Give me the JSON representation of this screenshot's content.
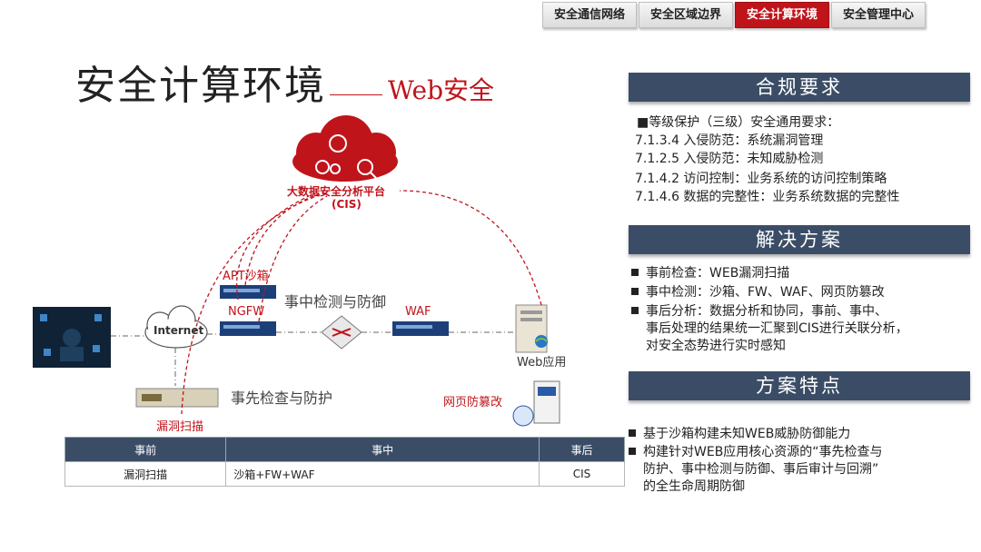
{
  "tabs": [
    {
      "label": "安全通信网络"
    },
    {
      "label": "安全区域边界"
    },
    {
      "label": "安全计算环境"
    },
    {
      "label": "安全管理中心"
    }
  ],
  "title": {
    "main": "安全计算环境",
    "sub": "Web安全"
  },
  "compliance": {
    "header": "合规要求",
    "intro": "■等级保护（三级）安全通用要求：",
    "items": [
      "7.1.3.4 入侵防范：系统漏洞管理",
      "7.1.2.5 入侵防范：未知威胁检测",
      "7.1.4.2  访问控制：业务系统的访问控制策略",
      "7.1.4.6  数据的完整性：业务系统数据的完整性"
    ]
  },
  "solution": {
    "header": "解决方案",
    "items": [
      {
        "line1": "事前检查：WEB漏洞扫描",
        "line2": "",
        "line3": ""
      },
      {
        "line1": "事中检测：沙箱、FW、WAF、网页防篡改",
        "line2": "",
        "line3": ""
      },
      {
        "line1": "事后分析：数据分析和协同，事前、事中、",
        "line2": "事后处理的结果统一汇聚到CIS进行关联分析，",
        "line3": "对安全态势进行实时感知"
      }
    ]
  },
  "features": {
    "header": "方案特点",
    "items": [
      {
        "line1": "基于沙箱构建未知WEB威胁防御能力",
        "line2": "",
        "line3": ""
      },
      {
        "line1": "构建针对WEB应用核心资源的“事先检查与",
        "line2": "防护、事中检测与防御、事后审计与回溯”",
        "line3": "的全生命周期防御"
      }
    ]
  },
  "diagram": {
    "platform_line1": "大数据安全分析平台",
    "platform_line2": "(CIS)",
    "internet": "Internet",
    "apt": "APT沙箱",
    "ngfw": "NGFW",
    "waf": "WAF",
    "web_app": "Web应用",
    "during": "事中检测与防御",
    "before": "事先检查与防护",
    "scan": "漏洞扫描",
    "tamper": "网页防篡改"
  },
  "table": {
    "headers": [
      "事前",
      "事中",
      "事后"
    ],
    "row": [
      "漏洞扫描",
      "沙箱+FW+WAF",
      "CIS"
    ]
  },
  "colors": {
    "accent": "#c0141b",
    "header_bg": "#3b4d66"
  }
}
